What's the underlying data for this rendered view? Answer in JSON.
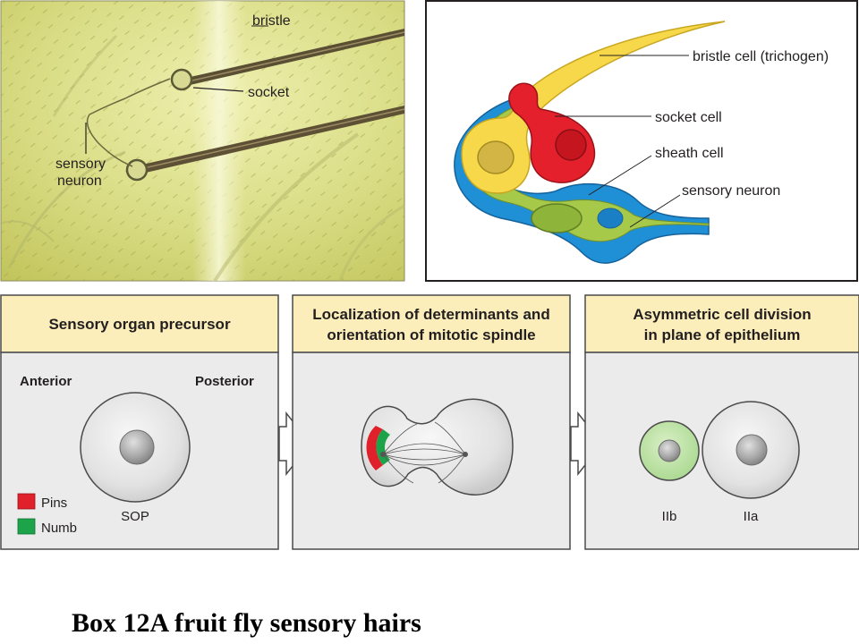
{
  "photo": {
    "labels": {
      "bristle": "bristle",
      "socket": "socket",
      "neuron_1": "sensory",
      "neuron_2": "neuron"
    }
  },
  "schematic": {
    "labels": {
      "bristle_cell": "bristle cell (trichogen)",
      "socket_cell": "socket cell",
      "sheath_cell": "sheath cell",
      "sensory_neuron": "sensory neuron"
    }
  },
  "panels": {
    "sop": {
      "title_1": "Sensory organ precursor",
      "anterior": "Anterior",
      "posterior": "Posterior",
      "cell_label": "SOP",
      "legend": [
        {
          "label": "Pins",
          "color": "#e0202b"
        },
        {
          "label": "Numb",
          "color": "#1da44a"
        }
      ]
    },
    "localization": {
      "title_1": "Localization of determinants and",
      "title_2": "orientation of mitotic spindle"
    },
    "division": {
      "title_1": "Asymmetric cell division",
      "title_2": "in plane of epithelium",
      "cell_left": "IIb",
      "cell_right": "IIa"
    }
  },
  "caption": "Box 12A fruit fly sensory hairs",
  "colors": {
    "panel_header": "#fbeeba",
    "panel_body": "#ebebeb",
    "photo_bg": "#cfd36a",
    "bristle_yellow": "#f7d84a",
    "socket_red": "#e3202c",
    "sheath_blue": "#1f8fd6",
    "neuron_green": "#a6c94a"
  }
}
